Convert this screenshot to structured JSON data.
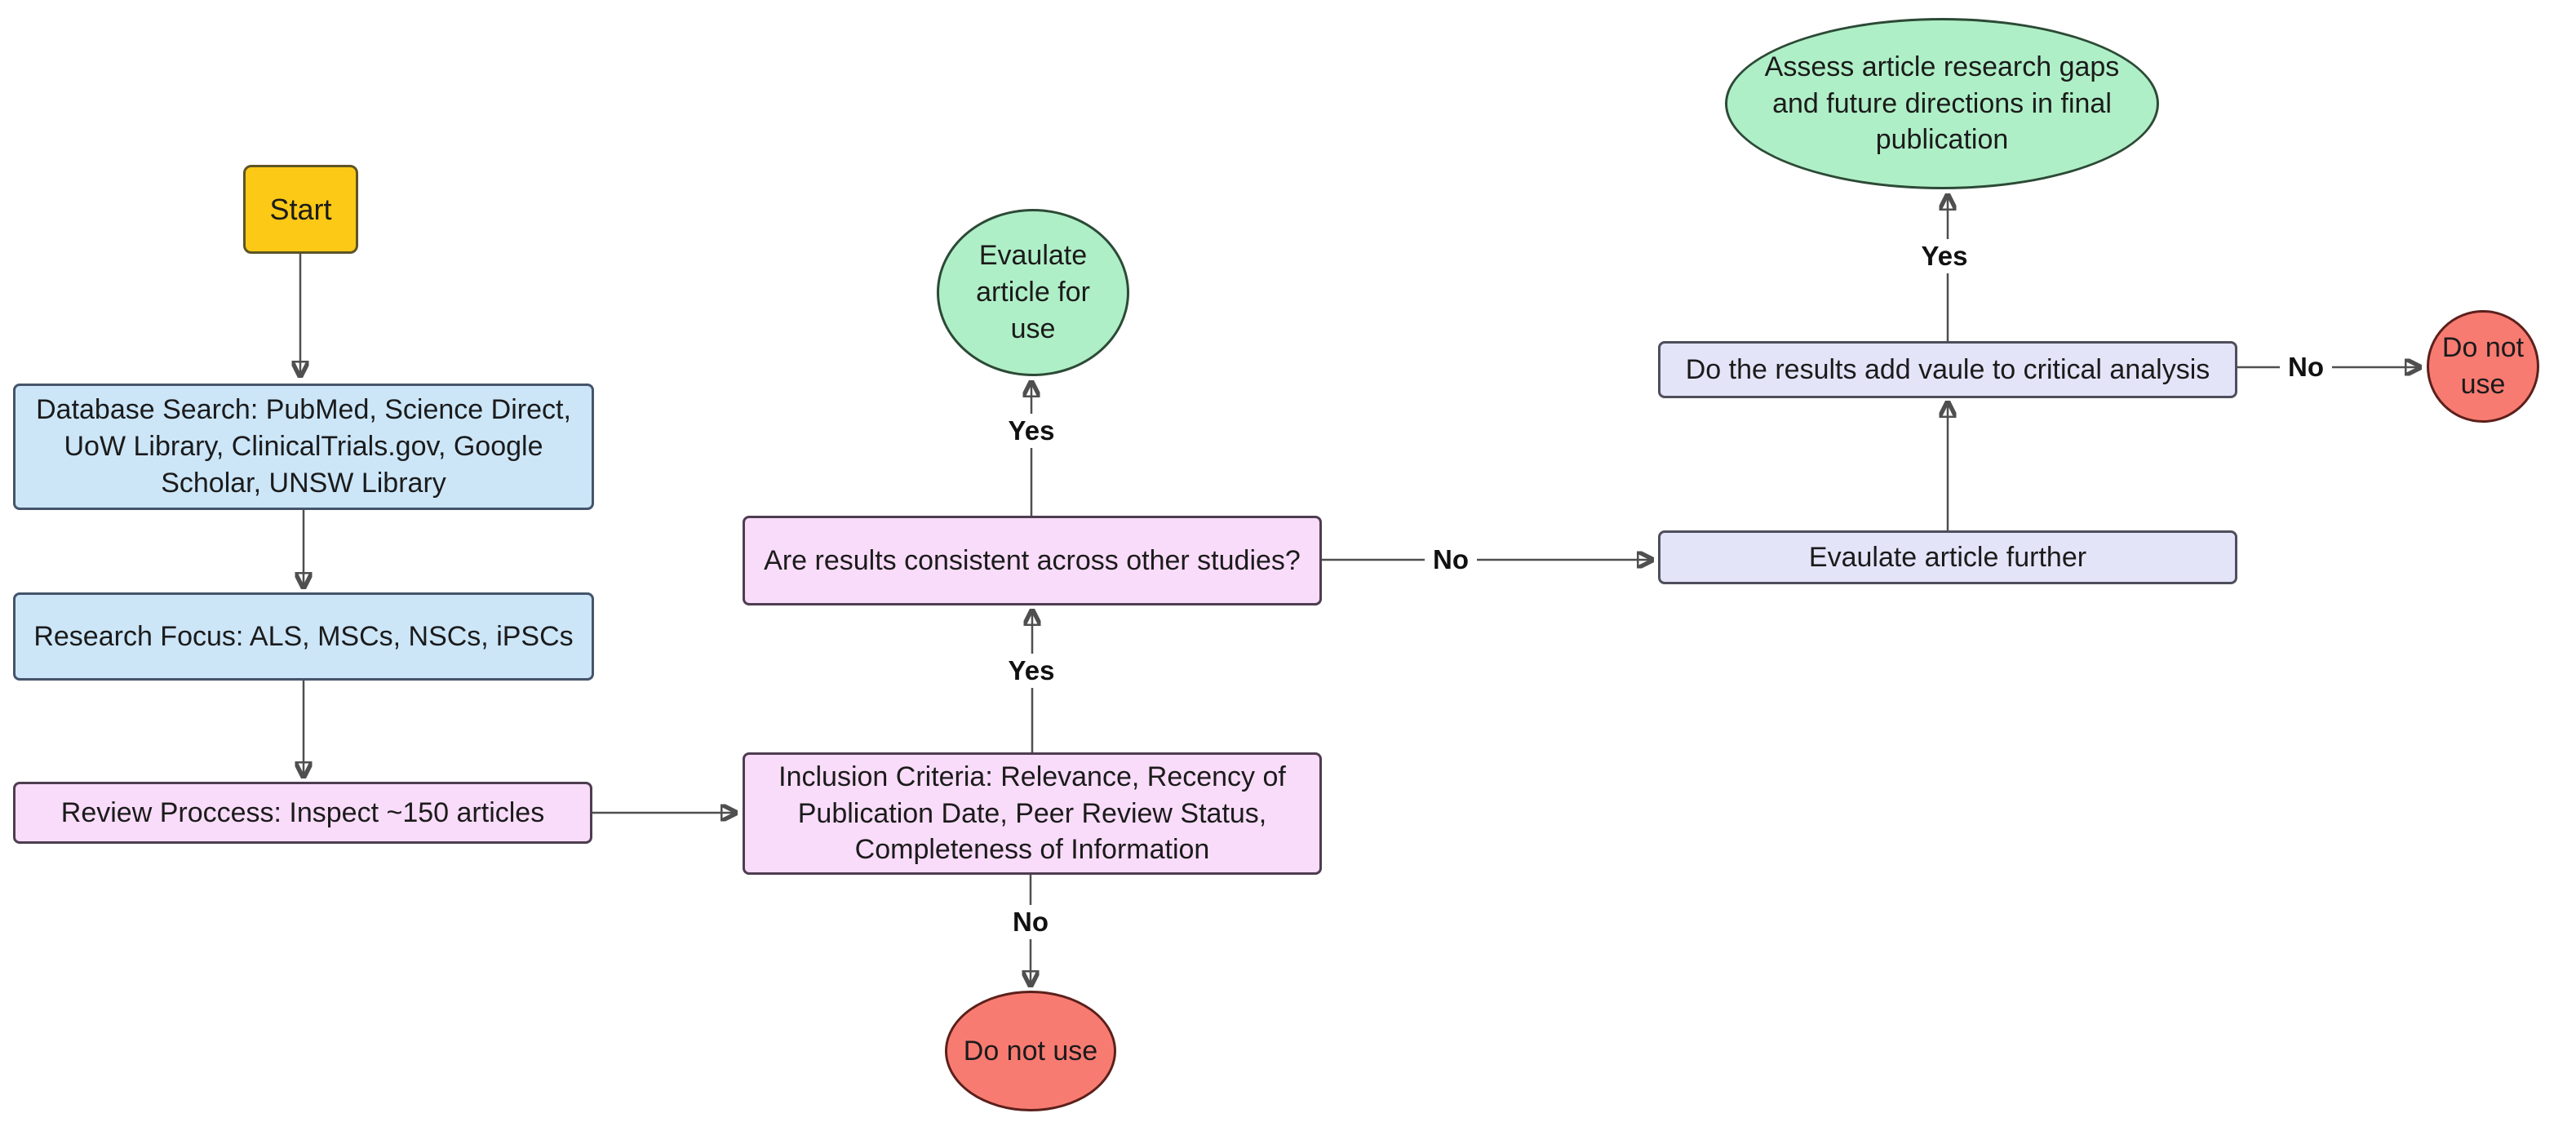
{
  "palette": {
    "background": "#ffffff",
    "connector_line": "#4f4f4f",
    "node_text": "#1b1b1b",
    "edge_label_text": "#111111",
    "yellow_fill": "#fbc916",
    "yellow_border": "#5d5426",
    "blue_fill": "#cce6f8",
    "blue_border": "#44546a",
    "pink_fill": "#f9dcf9",
    "pink_border": "#4e3d51",
    "lavender_fill": "#e4e4f9",
    "lavender_border": "#4e4e5c",
    "green_fill": "#afefc7",
    "green_border": "#2c4a36",
    "red_fill": "#f87b72",
    "red_border": "#5c201b"
  },
  "diagram": {
    "nodes": {
      "start": {
        "label": "Start",
        "fill": "#fbc916",
        "border": "#5d5426"
      },
      "database_search": {
        "label": "Database Search: PubMed, Science Direct, UoW Library, ClinicalTrials.gov, Google Scholar, UNSW Library",
        "fill": "#cce6f8",
        "border": "#44546a"
      },
      "research_focus": {
        "label": "Research Focus: ALS, MSCs, NSCs, iPSCs",
        "fill": "#cce6f8",
        "border": "#44546a"
      },
      "review_process": {
        "label": "Review Proccess: Inspect ~150 articles",
        "fill": "#f9dcf9",
        "border": "#4e3d51"
      },
      "inclusion_criteria": {
        "label": "Inclusion Criteria: Relevance, Recency of Publication Date, Peer Review Status, Completeness of Information",
        "fill": "#f9dcf9",
        "border": "#4e3d51"
      },
      "results_consistent": {
        "label": "Are results consistent across other studies?",
        "fill": "#f9dcf9",
        "border": "#4e3d51"
      },
      "evaluate_article_use": {
        "label": "Evaulate article for use",
        "fill": "#afefc7",
        "border": "#2c4a36"
      },
      "do_not_use_bottom": {
        "label": "Do not use",
        "fill": "#f87b72",
        "border": "#5c201b"
      },
      "evaluate_further": {
        "label": "Evaulate article further",
        "fill": "#e4e4f9",
        "border": "#4e4e5c"
      },
      "results_add_value": {
        "label": "Do the results add vaule to critical analysis",
        "fill": "#e4e4f9",
        "border": "#4e4e5c"
      },
      "assess_gaps": {
        "label": "Assess article research gaps and future directions in final publication",
        "fill": "#afefc7",
        "border": "#2c4a36"
      },
      "do_not_use_right": {
        "label": "Do not use",
        "fill": "#f87b72",
        "border": "#5c201b"
      }
    },
    "edge_labels": {
      "inclusion_to_consistent": "Yes",
      "consistent_to_evaluate": "Yes",
      "inclusion_to_do_not_use": "No",
      "consistent_to_further": "No",
      "add_value_to_assess": "Yes",
      "add_value_to_do_not_use": "No"
    }
  }
}
